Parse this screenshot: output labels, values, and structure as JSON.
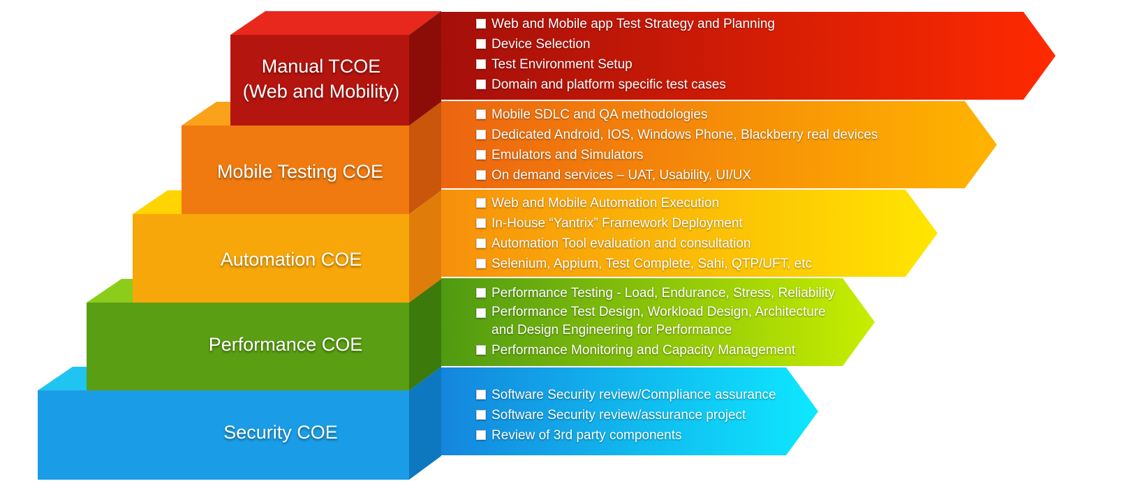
{
  "tiers": [
    {
      "label": "Manual TCOE\n(Web and Mobility)",
      "colors": {
        "front": "#b5150f",
        "side": "#8c0d08",
        "top": "#e8281c",
        "arrow_from": "#a50f0a",
        "arrow_to": "#ff2a00"
      },
      "bullets": [
        "Web and Mobile app Test Strategy and Planning",
        "Device Selection",
        "Test Environment Setup",
        "Domain and platform specific test cases"
      ]
    },
    {
      "label": "Mobile Testing COE",
      "colors": {
        "front": "#f07a10",
        "side": "#c9560a",
        "top": "#f9a21a",
        "arrow_from": "#ec6510",
        "arrow_to": "#ffb400"
      },
      "bullets": [
        "Mobile SDLC and QA methodologies",
        "Dedicated Android, IOS, Windows Phone, Blackberry real devices",
        "Emulators and Simulators",
        "On demand services – UAT, Usability, UI/UX"
      ]
    },
    {
      "label": "Automation COE",
      "colors": {
        "front": "#f7a70a",
        "side": "#e07d0a",
        "top": "#ffd400",
        "arrow_from": "#f7900c",
        "arrow_to": "#ffe600"
      },
      "bullets": [
        "Web and Mobile Automation Execution",
        "In-House “Yantrix” Framework Deployment",
        "Automation Tool evaluation and consultation",
        "Selenium, Appium, Test Complete, Sahi, QTP/UFT, etc"
      ]
    },
    {
      "label": "Performance COE",
      "colors": {
        "front": "#5a9e14",
        "side": "#3d7a0c",
        "top": "#8ccc1a",
        "arrow_from": "#4f9a12",
        "arrow_to": "#c8ee00"
      },
      "bullets": [
        "Performance Testing - Load, Endurance, Stress, Reliability",
        "Performance Test Design, Workload Design, Architecture\nand Design Engineering for Performance",
        "Performance Monitoring and Capacity Management"
      ]
    },
    {
      "label": "Security COE",
      "colors": {
        "front": "#1a9de6",
        "side": "#0d78c0",
        "top": "#20c4f0",
        "arrow_from": "#1486dd",
        "arrow_to": "#0ee8ff"
      },
      "bullets": [
        "Software Security review/Compliance assurance",
        "Software Security review/assurance project",
        "Review of 3rd party components"
      ]
    }
  ]
}
